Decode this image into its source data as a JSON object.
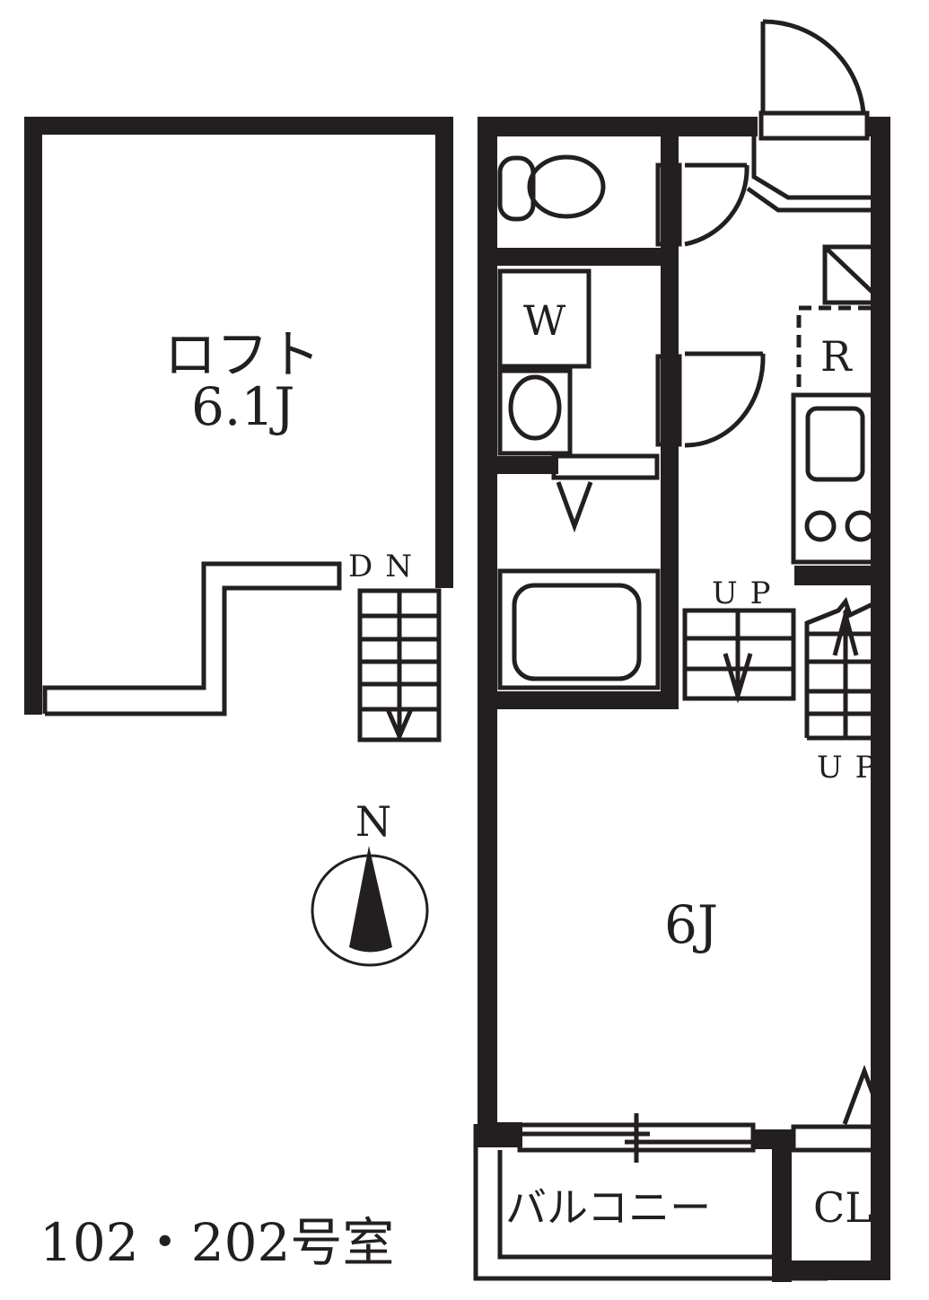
{
  "colors": {
    "line": "#231f20",
    "background": "#ffffff"
  },
  "rooms": {
    "loft": {
      "name": "ロフト",
      "size": "6.1J"
    },
    "main_room": {
      "size": "6J"
    },
    "balcony": {
      "name": "バルコニー"
    },
    "closet": {
      "name": "CL"
    },
    "washer": {
      "name": "W"
    },
    "fridge": {
      "name": "R"
    }
  },
  "stairs": {
    "loft_down": "DN",
    "up_left": "UP",
    "up_right": "UP"
  },
  "compass": {
    "label": "N"
  },
  "unit_label": "102・202号室"
}
